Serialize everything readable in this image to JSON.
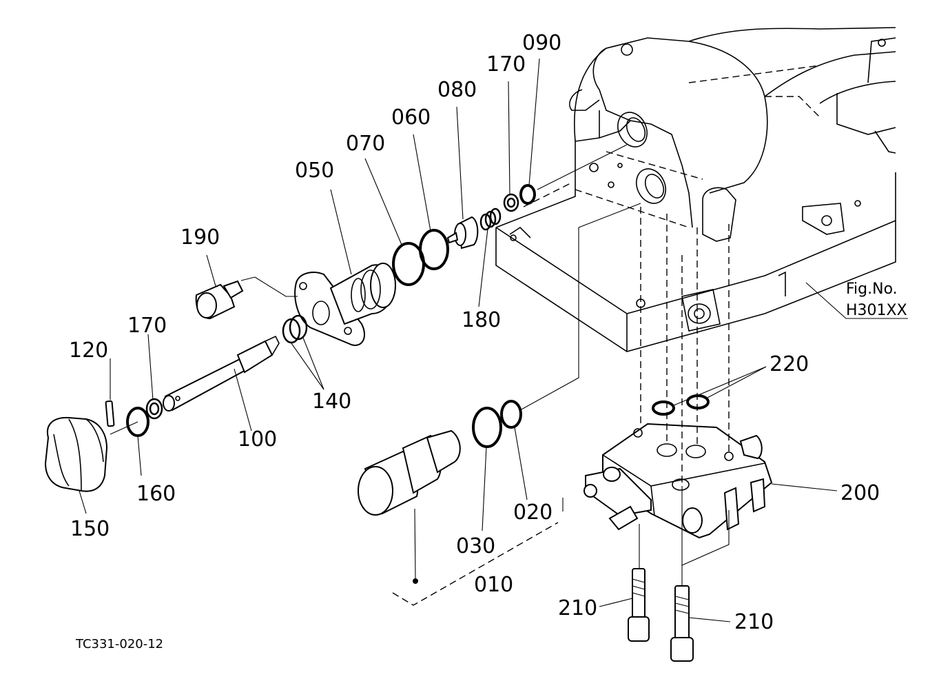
{
  "parts": [
    {
      "id": "p010",
      "number": "010"
    },
    {
      "id": "p020",
      "number": "020"
    },
    {
      "id": "p030",
      "number": "030"
    },
    {
      "id": "p050",
      "number": "050"
    },
    {
      "id": "p060",
      "number": "060"
    },
    {
      "id": "p070",
      "number": "070"
    },
    {
      "id": "p080",
      "number": "080"
    },
    {
      "id": "p090",
      "number": "090"
    },
    {
      "id": "p100",
      "number": "100"
    },
    {
      "id": "p120",
      "number": "120"
    },
    {
      "id": "p140",
      "number": "140"
    },
    {
      "id": "p150",
      "number": "150"
    },
    {
      "id": "p160",
      "number": "160"
    },
    {
      "id": "p170a",
      "number": "170"
    },
    {
      "id": "p170b",
      "number": "170"
    },
    {
      "id": "p180",
      "number": "180"
    },
    {
      "id": "p190",
      "number": "190"
    },
    {
      "id": "p200",
      "number": "200"
    },
    {
      "id": "p210a",
      "number": "210"
    },
    {
      "id": "p210b",
      "number": "210"
    },
    {
      "id": "p220",
      "number": "220"
    }
  ],
  "figure_ref": {
    "line1": "Fig.No.",
    "line2": "H301XX"
  },
  "drawing_code": "TC331-020-12"
}
